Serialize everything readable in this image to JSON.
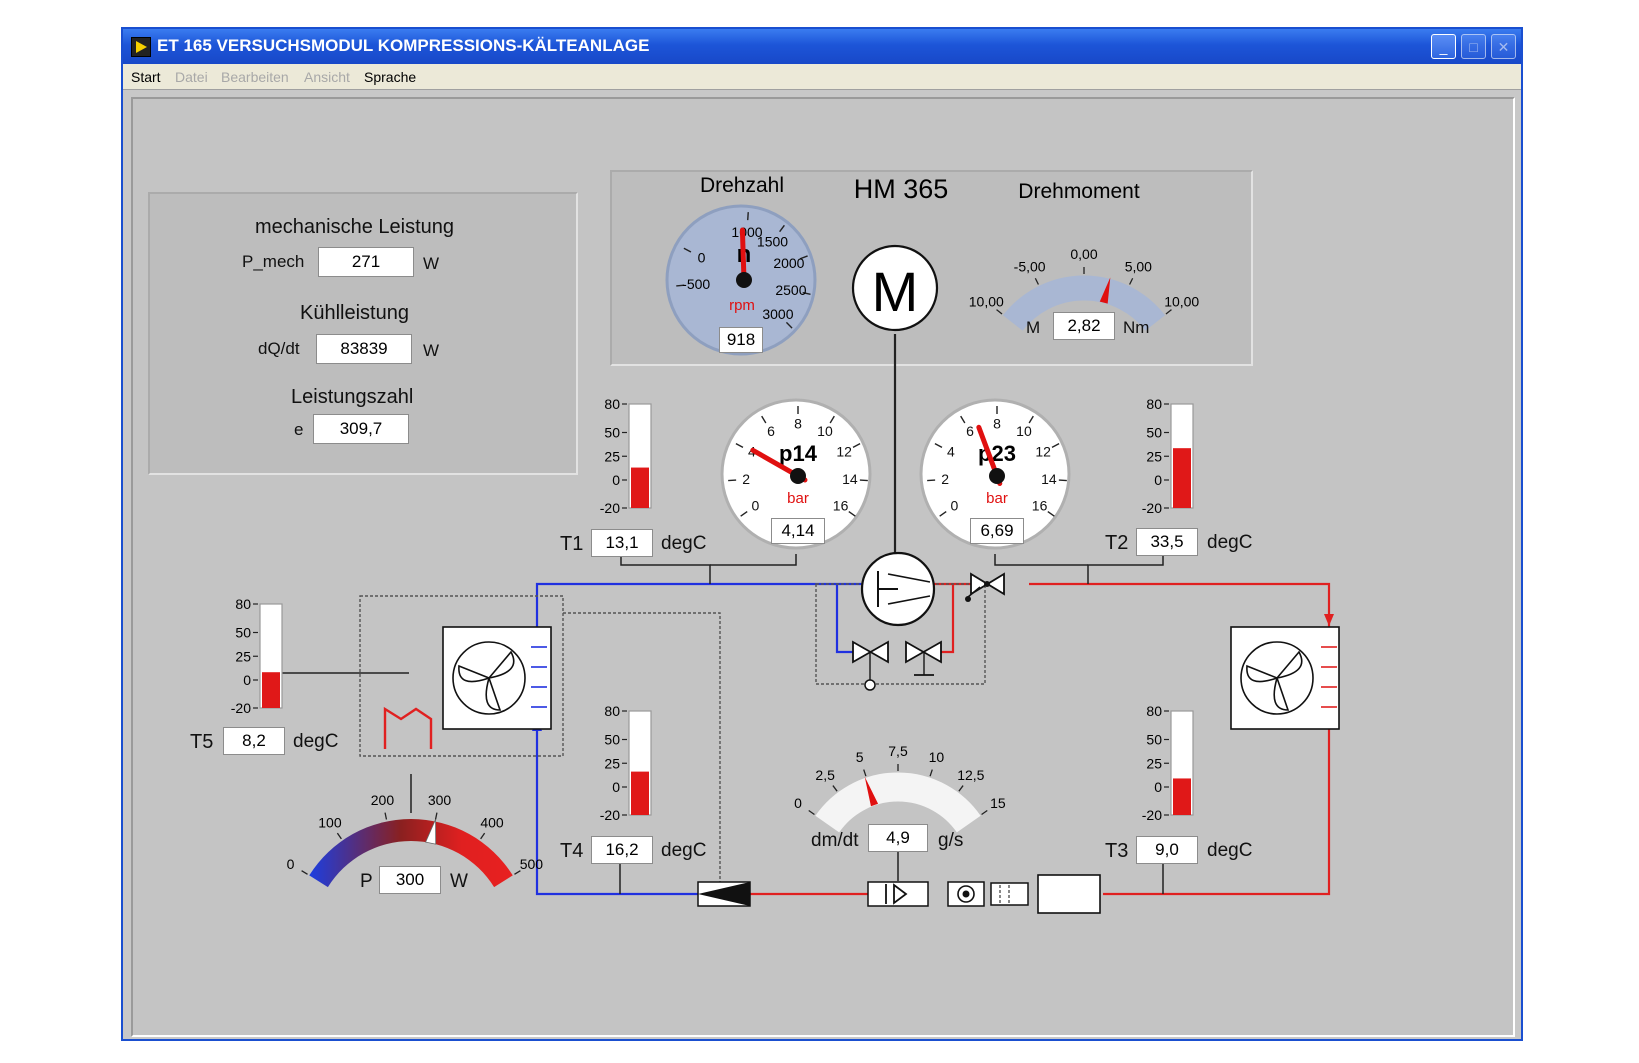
{
  "window": {
    "title": "ET 165 VERSUCHSMODUL KOMPRESSIONS-KÄLTEANLAGE",
    "min_glyph": "_",
    "max_glyph": "□",
    "close_glyph": "✕"
  },
  "menu": {
    "start": "Start",
    "datei": "Datei",
    "bearbeiten": "Bearbeiten",
    "ansicht": "Ansicht",
    "sprache": "Sprache"
  },
  "colors": {
    "hot_line": "#e02020",
    "cold_line": "#2030e0",
    "needle": "#e01010"
  },
  "results": {
    "mech_title": "mechanische Leistung",
    "p_mech_label": "P_mech",
    "p_mech_value": "271",
    "p_mech_unit": "W",
    "kuehl_title": "Kühlleistung",
    "dq_label": "dQ/dt",
    "dq_value": "83839",
    "dq_unit": "W",
    "lz_title": "Leistungszahl",
    "e_label": "e",
    "e_value": "309,7"
  },
  "hm": {
    "title": "HM 365",
    "drehzahl_title": "Drehzahl",
    "drehmoment_title": "Drehmoment",
    "motor_letter": "M",
    "n_symbol": "n",
    "n_unit": "rpm",
    "n_value": "918",
    "n_needle": 918,
    "n_ticks": [
      "-500",
      "0",
      "1000",
      "1500",
      "2000",
      "2500",
      "3000"
    ],
    "m_label": "M",
    "m_value": "2,82",
    "m_unit": "Nm",
    "m_needle": 2.82,
    "m_ticks": [
      "10,00",
      "-5,00",
      "0,00",
      "5,00",
      "10,00"
    ]
  },
  "pressure": {
    "p14_symbol": "p14",
    "p14_unit": "bar",
    "p14_value": "4,14",
    "p14_needle": 4.14,
    "p23_symbol": "p23",
    "p23_unit": "bar",
    "p23_value": "6,69",
    "p23_needle": 6.69,
    "ticks": [
      "0",
      "2",
      "4",
      "6",
      "8",
      "10",
      "12",
      "14",
      "16"
    ]
  },
  "thermometer_ticks": [
    "80",
    "50",
    "25",
    "0",
    "-20"
  ],
  "temps": {
    "t1": {
      "label": "T1",
      "value": "13,1",
      "unit": "degC",
      "level": 13.1
    },
    "t2": {
      "label": "T2",
      "value": "33,5",
      "unit": "degC",
      "level": 33.5
    },
    "t3": {
      "label": "T3",
      "value": "9,0",
      "unit": "degC",
      "level": 9.0
    },
    "t4": {
      "label": "T4",
      "value": "16,2",
      "unit": "degC",
      "level": 16.2
    },
    "t5": {
      "label": "T5",
      "value": "8,2",
      "unit": "degC",
      "level": 8.2
    }
  },
  "flow": {
    "label": "dm/dt",
    "value": "4,9",
    "unit": "g/s",
    "needle": 4.9,
    "ticks": [
      "0",
      "2,5",
      "5",
      "7,5",
      "10",
      "12,5",
      "15"
    ]
  },
  "heater": {
    "label": "P",
    "value": "300",
    "unit": "W",
    "needle": 300,
    "ticks": [
      "0",
      "100",
      "200",
      "300",
      "400",
      "500"
    ]
  }
}
